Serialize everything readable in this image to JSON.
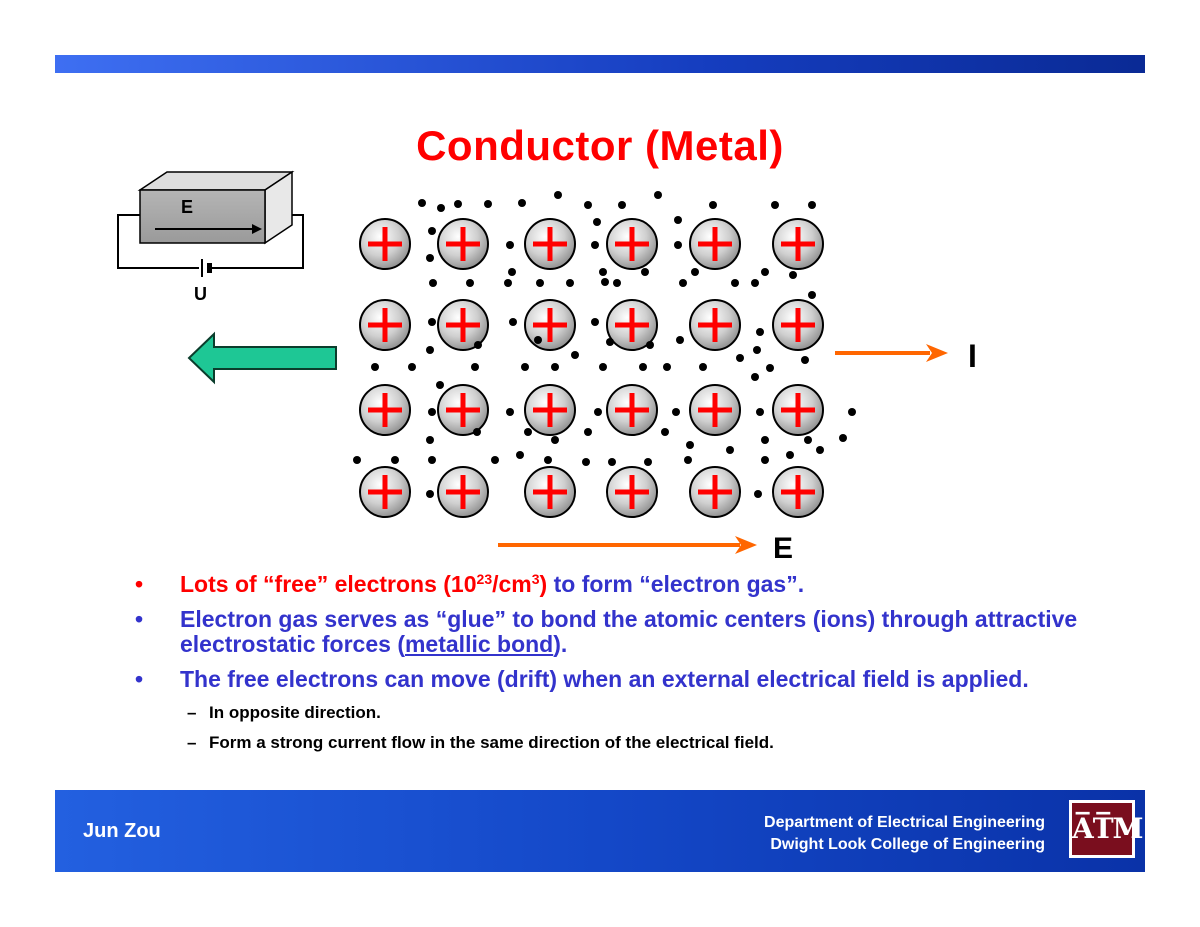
{
  "title": "Conductor (Metal)",
  "diagram": {
    "box_field_label": "E",
    "battery_label": "U",
    "current_label": "I",
    "field_label": "E",
    "ion_symbol": "+",
    "colors": {
      "ion_sign": "#ff0000",
      "arrow_orange": "#ff6600",
      "arrow_green": "#1ec795",
      "electron": "#000000"
    }
  },
  "bullets": [
    {
      "bullet": "•",
      "parts": {
        "a": "Lots of “free” electrons (10",
        "sup1": "23",
        "b": "/cm",
        "sup2": "3",
        "c": ")",
        "d": " to form “electron gas”."
      }
    },
    {
      "bullet": "•",
      "parts": {
        "a": "Electron gas serves as “glue” to bond the atomic centers (ions) through attractive electrostatic forces (",
        "b": "metallic bond",
        "c": ")."
      }
    },
    {
      "bullet": "•",
      "text": "The free electrons can move (drift) when an external electrical field is applied.",
      "sub": [
        {
          "dash": "–",
          "text": "In opposite direction."
        },
        {
          "dash": "–",
          "text": "Form a strong current flow in the same direction of the electrical field."
        }
      ]
    }
  ],
  "footer": {
    "presenter": "Jun Zou",
    "dept_line1": "Department of Electrical Engineering",
    "dept_line2": "Dwight Look College of Engineering",
    "logo_text": "ATM"
  }
}
